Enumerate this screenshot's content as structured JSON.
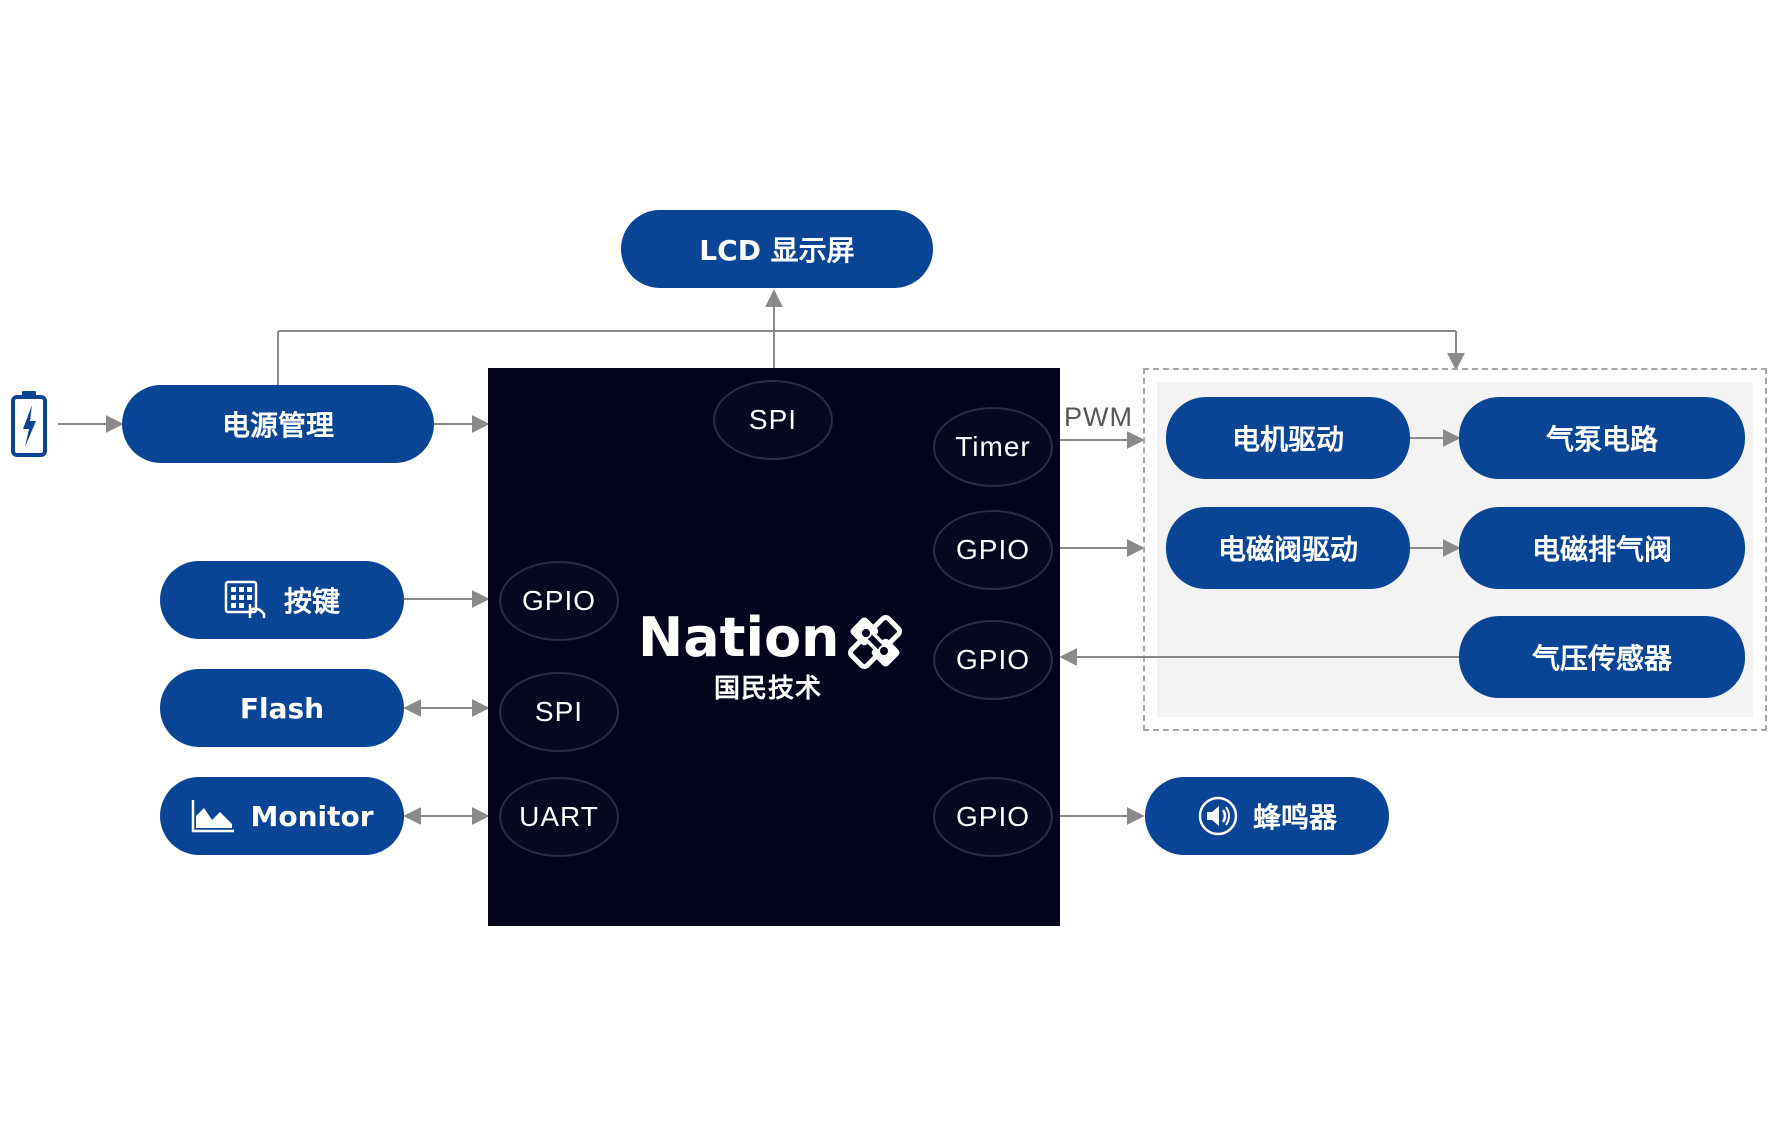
{
  "blocks": {
    "lcd": "LCD 显示屏",
    "power_mgmt": "电源管理",
    "keys": "按键",
    "flash": "Flash",
    "monitor": "Monitor",
    "motor_drive": "电机驱动",
    "air_pump": "气泵电路",
    "solenoid_drive": "电磁阀驱动",
    "exhaust_valve": "电磁排气阀",
    "pressure_sensor": "气压传感器",
    "buzzer": "蜂鸣器"
  },
  "chip": {
    "brand": "Nation",
    "brand_cn": "国民技术",
    "ports": {
      "spi_top": "SPI",
      "timer": "Timer",
      "gpio_right_1": "GPIO",
      "gpio_right_2": "GPIO",
      "gpio_right_3": "GPIO",
      "gpio_left": "GPIO",
      "spi_left": "SPI",
      "uart": "UART"
    }
  },
  "labels": {
    "pwm": "PWM"
  },
  "icons": {
    "battery": "battery-charging-icon",
    "keys": "keypad-touch-icon",
    "monitor": "area-chart-icon",
    "buzzer": "speaker-icon",
    "logo": "nation-logo-mark"
  },
  "colors": {
    "block_fill": "#0a4494",
    "chip_fill": "#03031c",
    "connector": "#8a8a8a",
    "panel_fill": "#f3f3f4"
  }
}
